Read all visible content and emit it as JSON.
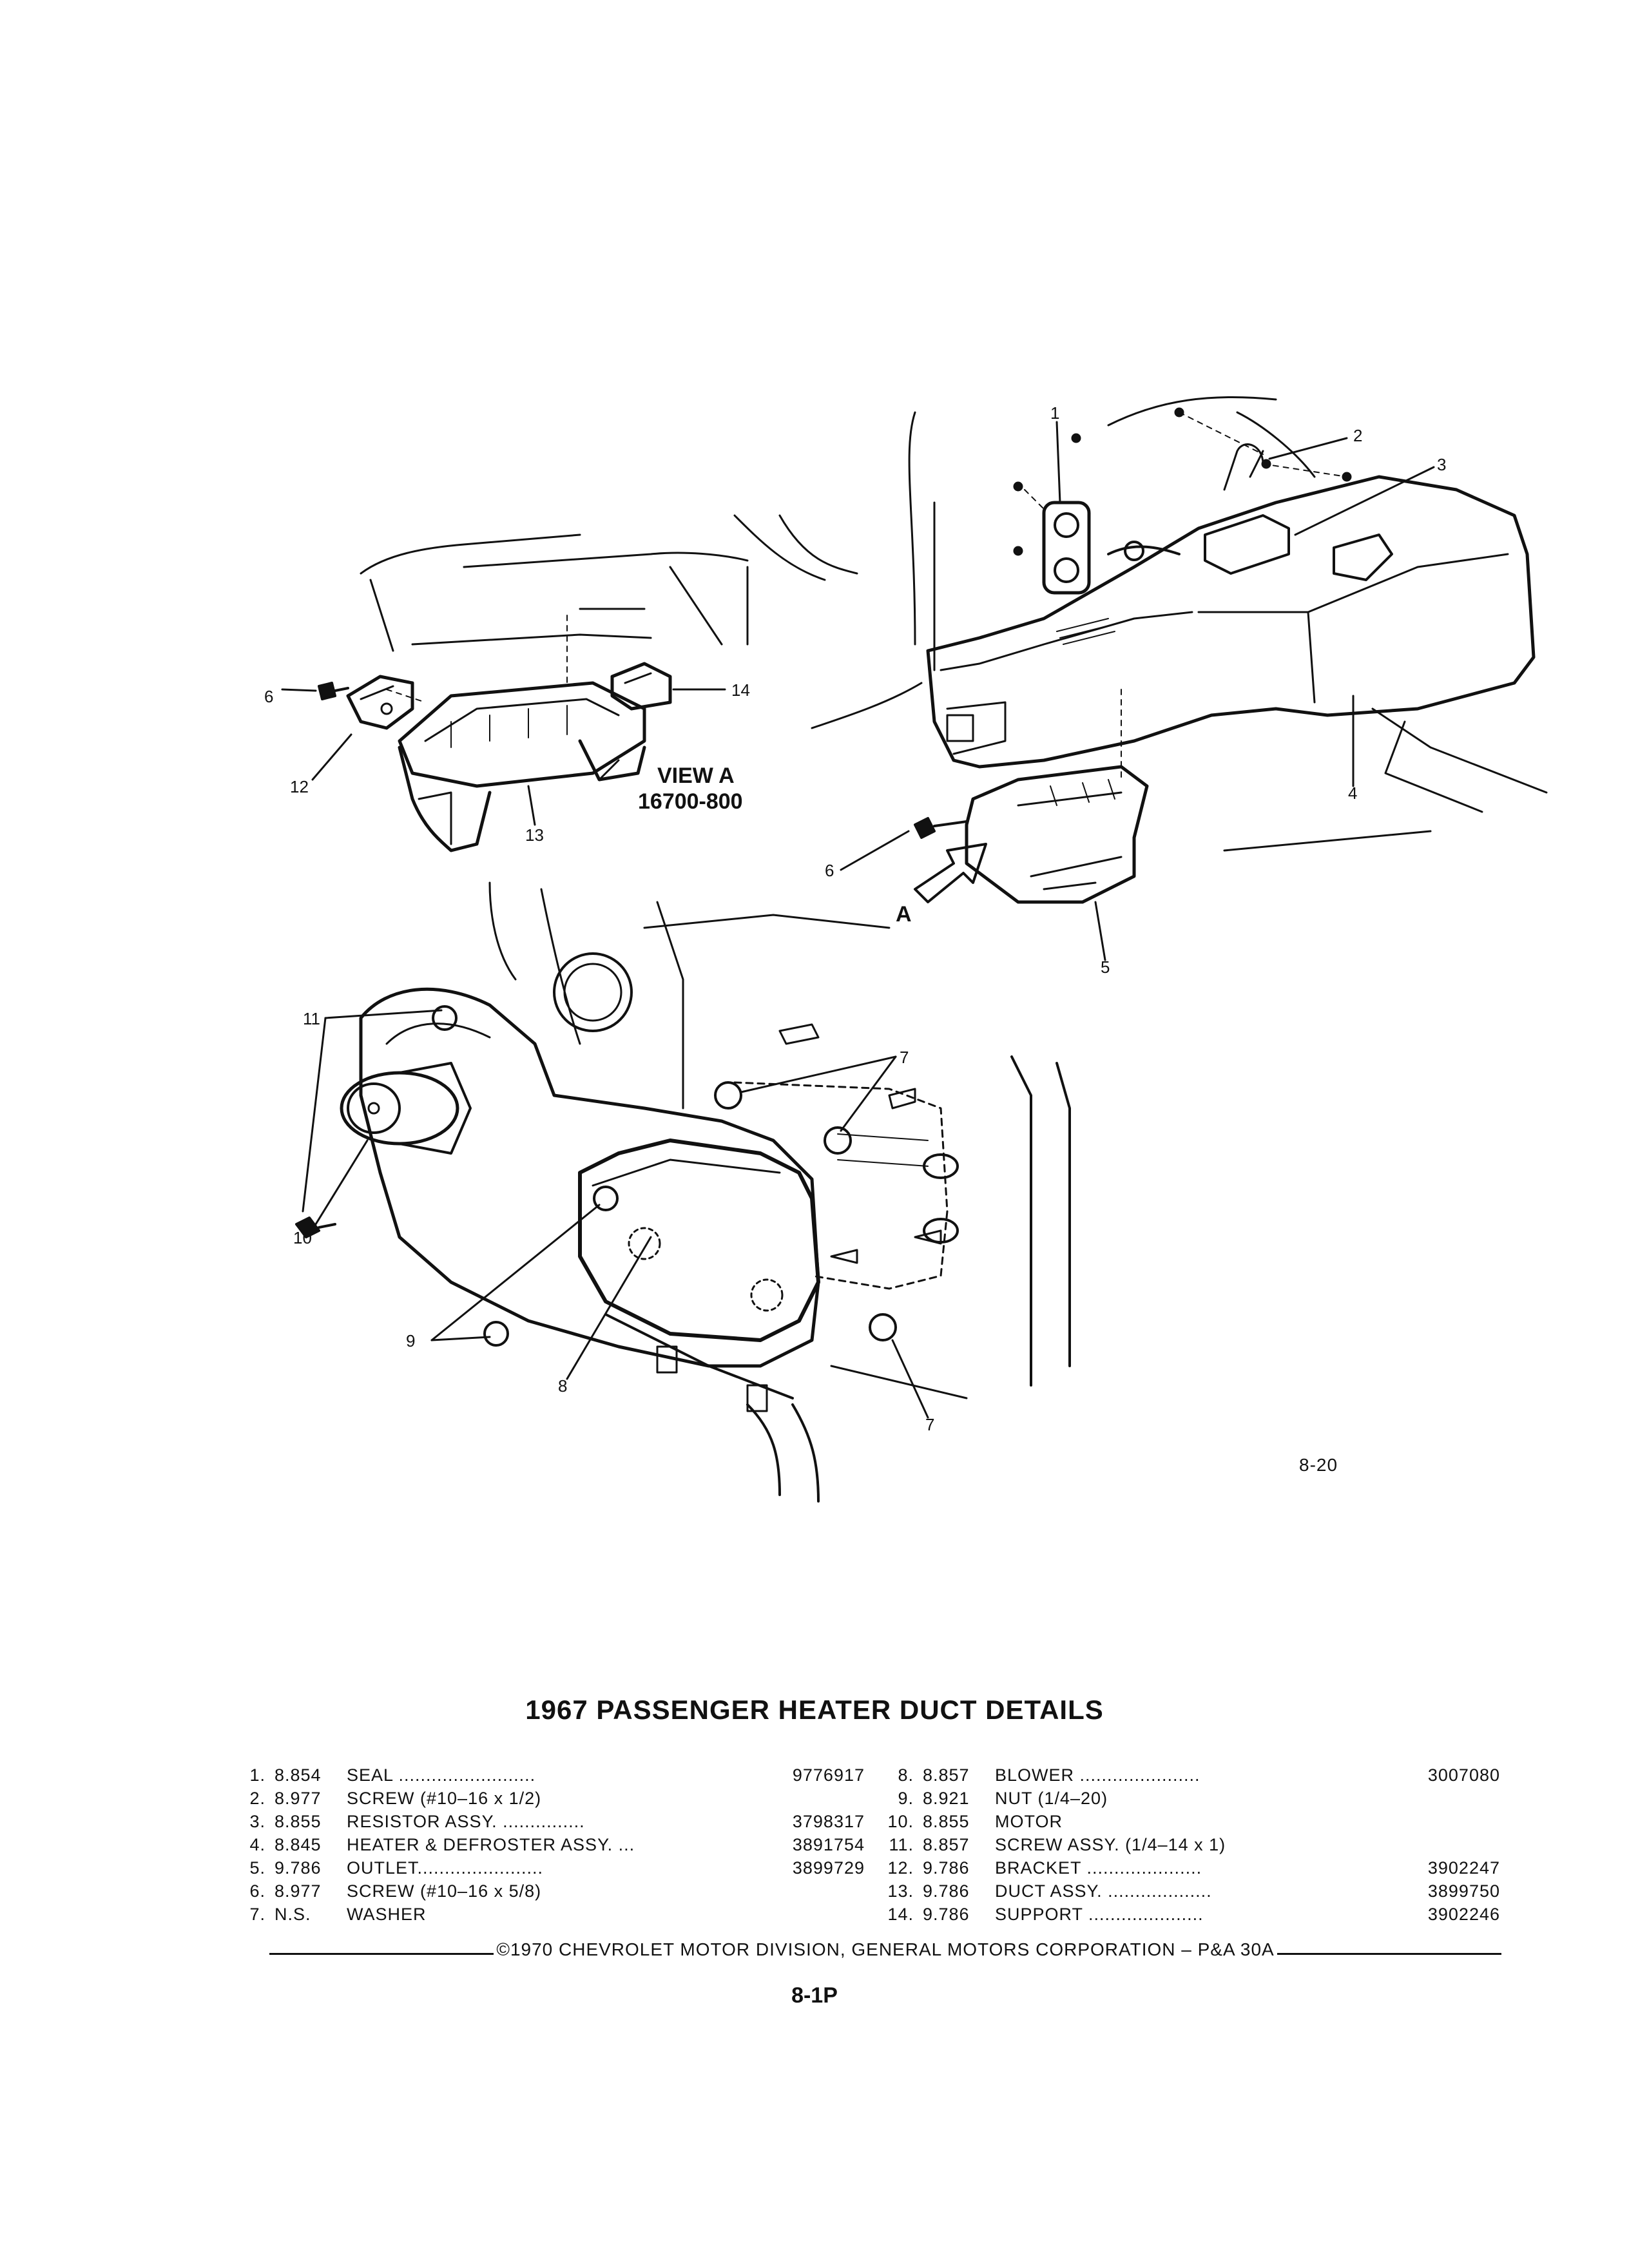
{
  "diagram": {
    "callouts": [
      "1",
      "2",
      "3",
      "4",
      "5",
      "6",
      "6",
      "7",
      "7",
      "8",
      "9",
      "10",
      "11",
      "12",
      "13",
      "14"
    ],
    "view_label_line1": "VIEW A",
    "view_label_line2": "16700-800",
    "arrow_label": "A",
    "figure_id": "8-20"
  },
  "title": "1967 PASSENGER HEATER DUCT DETAILS",
  "parts_left": [
    {
      "no": "1.",
      "group": "8.854",
      "desc": "SEAL .........................",
      "part": "9776917"
    },
    {
      "no": "2.",
      "group": "8.977",
      "desc": "SCREW (#10–16 x 1/2)",
      "part": ""
    },
    {
      "no": "3.",
      "group": "8.855",
      "desc": "RESISTOR ASSY. ...............",
      "part": "3798317"
    },
    {
      "no": "4.",
      "group": "8.845",
      "desc": "HEATER & DEFROSTER ASSY. ...",
      "part": "3891754"
    },
    {
      "no": "5.",
      "group": "9.786",
      "desc": "OUTLET.......................",
      "part": "3899729"
    },
    {
      "no": "6.",
      "group": "8.977",
      "desc": "SCREW (#10–16 x 5/8)",
      "part": ""
    },
    {
      "no": "7.",
      "group": "N.S.",
      "desc": "WASHER",
      "part": ""
    }
  ],
  "parts_right": [
    {
      "no": "8.",
      "group": "8.857",
      "desc": "BLOWER ......................",
      "part": "3007080"
    },
    {
      "no": "9.",
      "group": "8.921",
      "desc": "NUT (1/4–20)",
      "part": ""
    },
    {
      "no": "10.",
      "group": "8.855",
      "desc": "MOTOR",
      "part": ""
    },
    {
      "no": "11.",
      "group": "8.857",
      "desc": "SCREW ASSY. (1/4–14 x 1)",
      "part": ""
    },
    {
      "no": "12.",
      "group": "9.786",
      "desc": "BRACKET .....................",
      "part": "3902247"
    },
    {
      "no": "13.",
      "group": "9.786",
      "desc": "DUCT ASSY. ...................",
      "part": "3899750"
    },
    {
      "no": "14.",
      "group": "9.786",
      "desc": "SUPPORT .....................",
      "part": "3902246"
    }
  ],
  "footer": "©1970 CHEVROLET MOTOR DIVISION, GENERAL MOTORS CORPORATION – P&A 30A",
  "page_number": "8-1P"
}
